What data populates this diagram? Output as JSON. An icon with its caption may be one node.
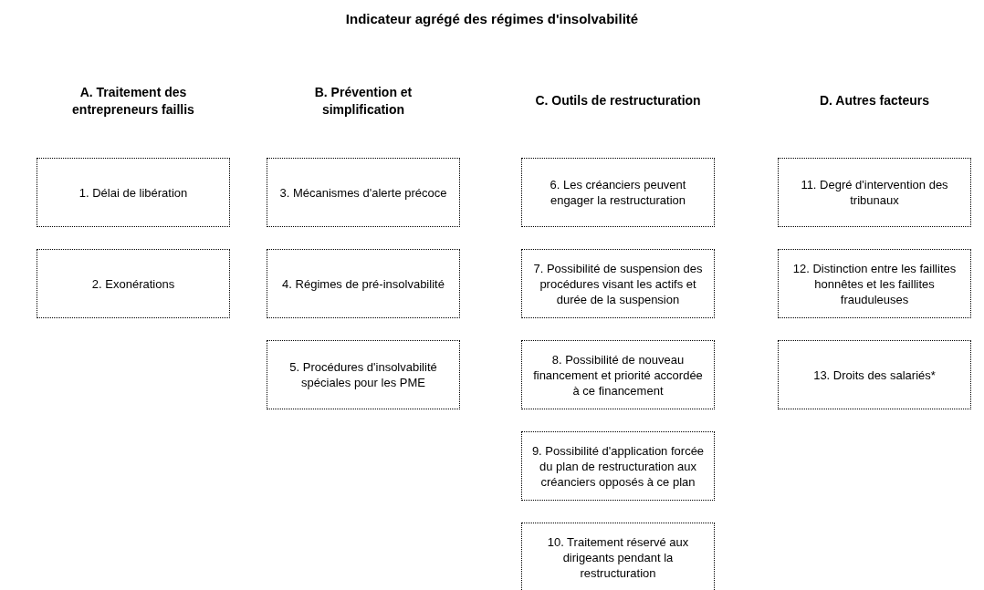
{
  "diagram": {
    "title": "Indicateur agrégé des régimes d'insolvabilité",
    "nodes": [
      {
        "text": [
          "1. Délai de libération"
        ]
      },
      {
        "text": [
          "2. Exonérations"
        ]
      },
      {
        "text": [
          "3. Mécanismes d'alerte précoce"
        ]
      },
      {
        "text": [
          "4. Régimes de pré-insolvabilité"
        ]
      },
      {
        "text": [
          "5. Procédures d'insolvabilité spéciales pour les PME"
        ]
      },
      {
        "text": [
          "6. Les créanciers peuvent engager la restructuration"
        ]
      },
      {
        "text": [
          "7. Possibilité de suspension des procédures visant les actifs et durée de la suspension"
        ]
      },
      {
        "text": [
          "8. Possibilité de nouveau financement et priorité accordée à ce financement"
        ]
      },
      {
        "text": [
          "9. Possibilité d'application forcée du plan de restructuration aux créanciers opposés à ce plan"
        ]
      },
      {
        "text": [
          "10. Traitement réservé aux dirigeants pendant la restructuration"
        ]
      },
      {
        "text": [
          "11. Degré d'intervention des tribunaux"
        ]
      },
      {
        "text": [
          "12. Distinction entre les faillites honnêtes et les faillites frauduleuses"
        ]
      },
      {
        "text": [
          "13. Droits des salariés*"
        ]
      }
    ],
    "labels": [
      "A. Traitement des entrepreneurs faillis",
      "B. Prévention et simplification",
      "C. Outils de restructuration",
      "D. Autres facteurs"
    ]
  }
}
